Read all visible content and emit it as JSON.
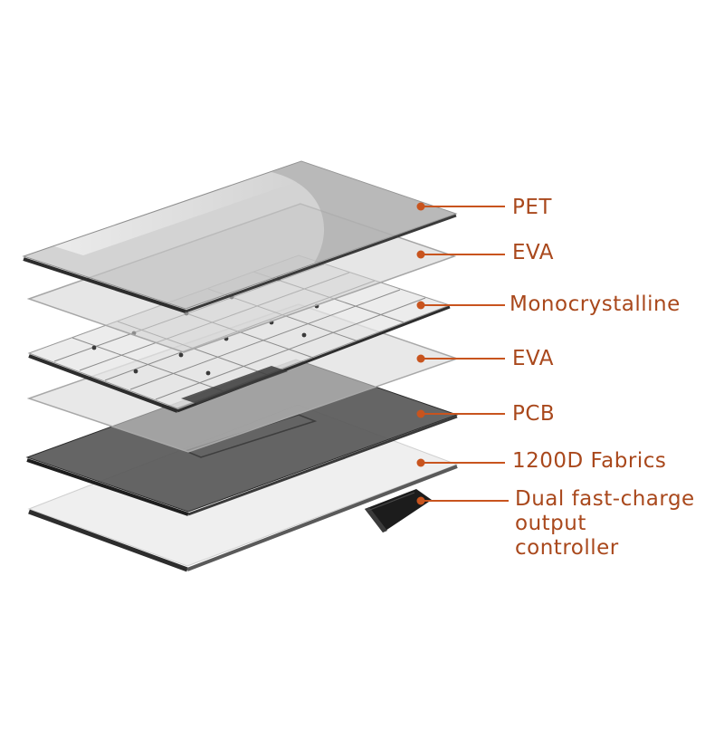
{
  "colors": {
    "accent": "#c8541e",
    "label_text": "#a9481c"
  },
  "layers": [
    {
      "id": "pet",
      "label": "PET"
    },
    {
      "id": "eva-top",
      "label": "EVA"
    },
    {
      "id": "monocrystalline",
      "label": "Monocrystalline"
    },
    {
      "id": "eva-bottom",
      "label": "EVA"
    },
    {
      "id": "pcb",
      "label": "PCB"
    },
    {
      "id": "fabrics",
      "label": "1200D Fabrics"
    },
    {
      "id": "controller",
      "label": "Dual fast-charge\noutput\ncontroller"
    }
  ]
}
